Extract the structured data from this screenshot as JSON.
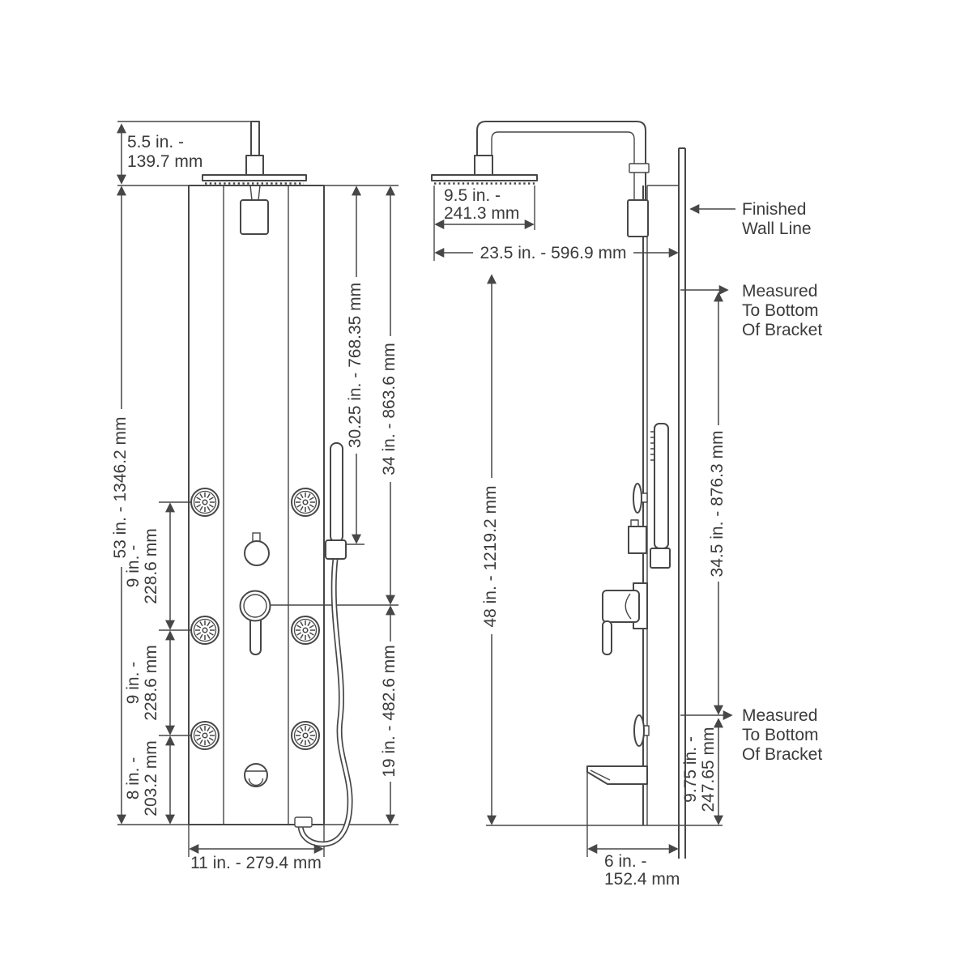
{
  "front": {
    "head_height_line1": "5.5 in. -",
    "head_height_line2": "139.7 mm",
    "total_height": "53 in. - 1346.2 mm",
    "jet_spacing_upper_line1": "9 in. -",
    "jet_spacing_upper_line2": "228.6 mm",
    "jet_spacing_lower_line1": "9 in. -",
    "jet_spacing_lower_line2": "228.6 mm",
    "jet_to_bottom_line1": "8 in. -",
    "jet_to_bottom_line2": "203.2 mm",
    "top_to_wand_holder": "30.25 in. - 768.35 mm",
    "top_to_valve": "34 in. - 863.6 mm",
    "valve_to_bottom": "19 in. - 482.6 mm",
    "panel_width": "11 in. - 279.4 mm"
  },
  "side": {
    "head_width_line1": "9.5 in. -",
    "head_width_line2": "241.3 mm",
    "wall_to_head": "23.5 in. - 596.9 mm",
    "panel_height": "48 in. - 1219.2 mm",
    "bracket_span": "34.5 in. - 876.3 mm",
    "bracket_to_bottom_line1": "9.75 in. -",
    "bracket_to_bottom_line2": "247.65 mm",
    "spout_reach_line1": "6 in. -",
    "spout_reach_line2": "152.4 mm",
    "finished_wall_line1": "Finished",
    "finished_wall_line2": "Wall Line",
    "bracket_note_upper_line1": "Measured",
    "bracket_note_upper_line2": "To Bottom",
    "bracket_note_upper_line3": "Of Bracket",
    "bracket_note_lower_line1": "Measured",
    "bracket_note_lower_line2": "To Bottom",
    "bracket_note_lower_line3": "Of Bracket"
  },
  "colors": {
    "line": "#474747",
    "text": "#3b3b3b",
    "background": "#ffffff"
  }
}
